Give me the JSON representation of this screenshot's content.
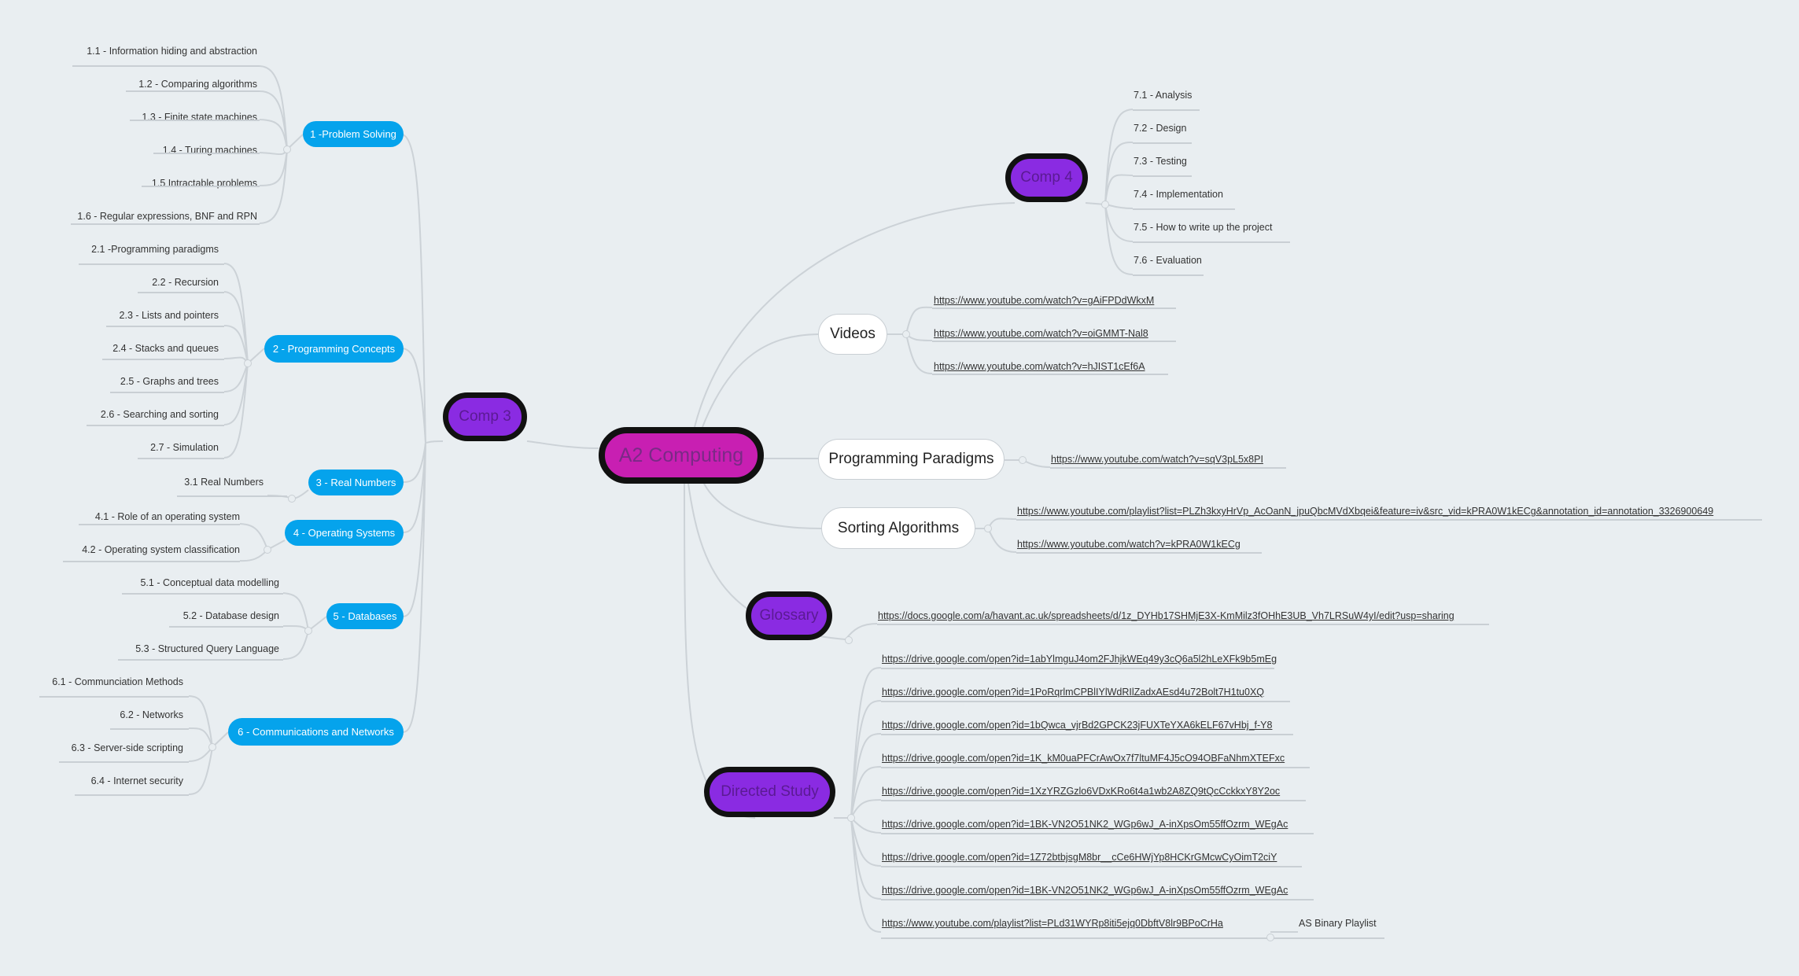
{
  "central": "A2 Computing",
  "comp3": {
    "label": "Comp 3",
    "topics": [
      {
        "label": "1 -Problem Solving",
        "items": [
          "1.1 - Information hiding and abstraction",
          "1.2 - Comparing algorithms",
          "1.3 - Finite state machines",
          "1.4 - Turing machines",
          "1.5 Intractable problems",
          "1.6 - Regular expressions, BNF and RPN"
        ]
      },
      {
        "label": "2 - Programming Concepts",
        "items": [
          "2.1 -Programming paradigms",
          "2.2 - Recursion",
          "2.3 - Lists and pointers",
          "2.4 - Stacks and queues",
          "2.5 - Graphs and trees",
          "2.6 - Searching and sorting",
          "2.7 - Simulation"
        ]
      },
      {
        "label": "3 - Real Numbers",
        "items": [
          "3.1 Real Numbers"
        ]
      },
      {
        "label": "4 - Operating Systems",
        "items": [
          "4.1 - Role of an operating system",
          "4.2 - Operating system classification"
        ]
      },
      {
        "label": "5 - Databases",
        "items": [
          "5.1 - Conceptual data modelling",
          "5.2 - Database design",
          "5.3 - Structured Query Language"
        ]
      },
      {
        "label": "6 - Communications and Networks",
        "items": [
          "6.1 - Communciation Methods",
          "6.2 - Networks",
          "6.3 - Server-side scripting",
          "6.4 - Internet security"
        ]
      }
    ]
  },
  "comp4": {
    "label": "Comp 4",
    "items": [
      "7.1 - Analysis",
      "7.2 - Design",
      "7.3 - Testing",
      "7.4 - Implementation",
      "7.5 - How to write up the project",
      "7.6 - Evaluation"
    ]
  },
  "videos": {
    "label": "Videos",
    "links": [
      "https://www.youtube.com/watch?v=gAiFPDdWkxM",
      "https://www.youtube.com/watch?v=oiGMMT-Nal8",
      "https://www.youtube.com/watch?v=hJISТ1cEf6A"
    ]
  },
  "paradigms": {
    "label": "Programming Paradigms",
    "links": [
      "https://www.youtube.com/watch?v=sqV3pL5x8PI"
    ]
  },
  "sorting": {
    "label": "Sorting Algorithms",
    "links": [
      "https://www.youtube.com/playlist?list=PLZh3kxyHrVp_AcOanN_jpuQbcMVdXbqei&feature=iv&src_vid=kPRA0W1kECg&annotation_id=annotation_3326900649",
      "https://www.youtube.com/watch?v=kPRA0W1kECg"
    ]
  },
  "glossary": {
    "label": "Glossary",
    "links": [
      "https://docs.google.com/a/havant.ac.uk/spreadsheets/d/1z_DYHb17SHMjE3X-KmMilz3fOHhE3UB_Vh7LRSuW4yI/edit?usp=sharing"
    ]
  },
  "directed": {
    "label": "Directed Study",
    "links": [
      "https://drive.google.com/open?id=1abYlmguJ4om2FJhjkWEq49y3cQ6a5l2hLeXFk9b5mEg",
      "https://drive.google.com/open?id=1PoRqrlmCPBlIYlWdRIlZadxAEsd4u72Bolt7H1tu0XQ",
      "https://drive.google.com/open?id=1bQwca_vjrBd2GPCK23jFUXTeYXA6kELF67vHbj_f-Y8",
      "https://drive.google.com/open?id=1K_kM0uaPFCrAwOx7f7ltuMF4J5cO94OBFaNhmXTEFxc",
      "https://drive.google.com/open?id=1XzYRZGzlo6VDxKRo6t4a1wb2A8ZQ9tQcCckkxY8Y2oc",
      "https://drive.google.com/open?id=1BK-VN2O51NK2_WGp6wJ_A-inXpsOm55ffOzrm_WEgAc",
      "https://drive.google.com/open?id=1Z72btbjsgM8br__cCe6HWjYp8HCKrGMcwCyOimT2ciY",
      "https://drive.google.com/open?id=1BK-VN2O51NK2_WGp6wJ_A-inXpsOm55ffOzrm_WEgAc",
      "https://www.youtube.com/playlist?list=PLd31WYRp8iti5ejq0DbftV8lr9BPoCrHa"
    ],
    "playlist_label": "AS Binary Playlist"
  }
}
